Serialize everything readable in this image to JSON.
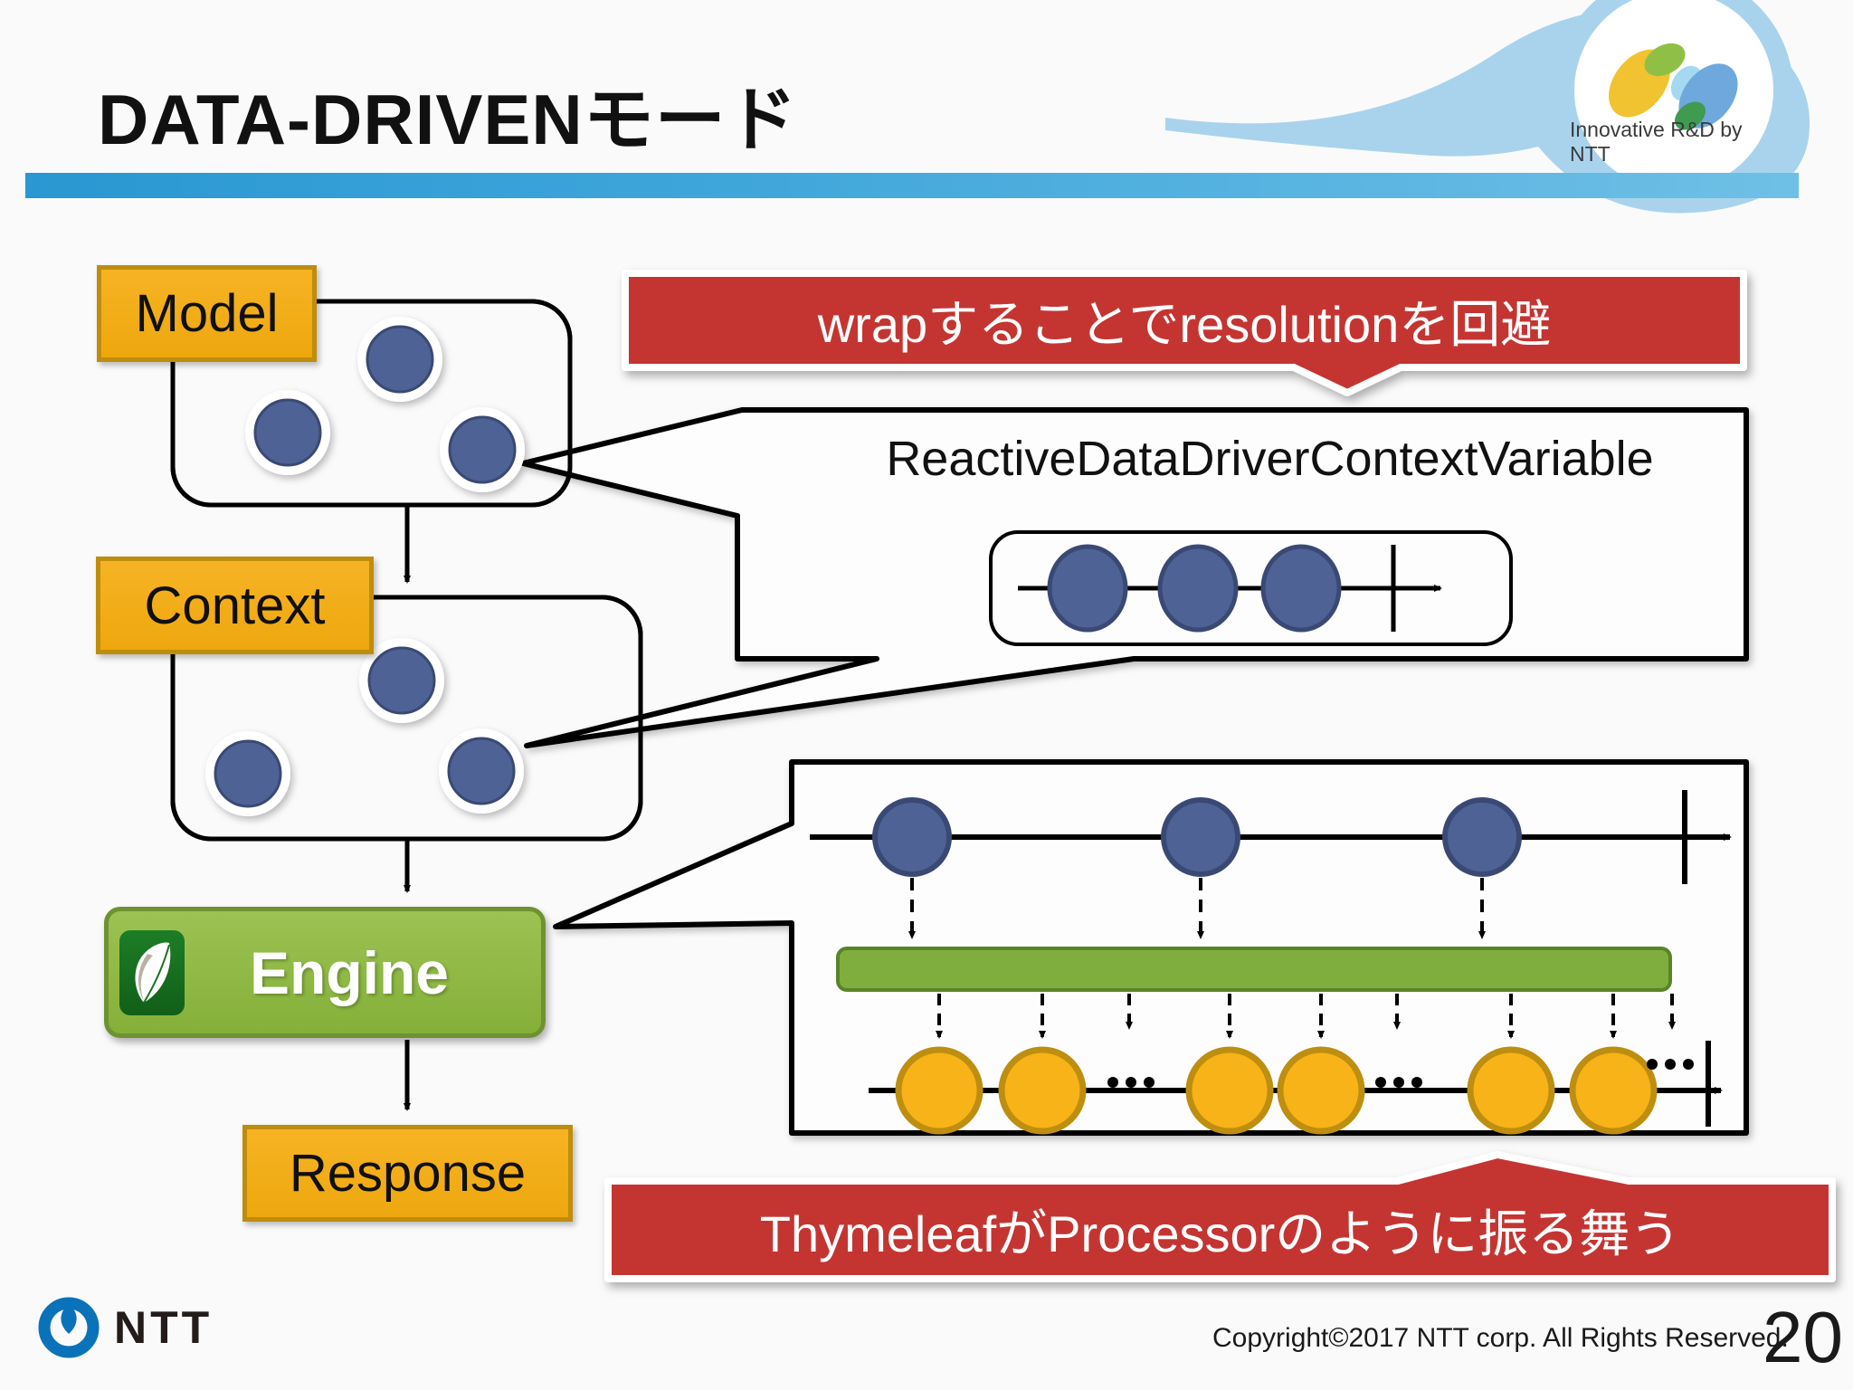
{
  "slide": {
    "title": "DATA-DRIVENモード",
    "page_number": "20",
    "copyright": "Copyright©2017  NTT corp. All Rights Reserved."
  },
  "header_logo": {
    "tagline": "Innovative R&D by NTT"
  },
  "footer_logo": {
    "company": "NTT"
  },
  "flow": {
    "model_label": "Model",
    "context_label": "Context",
    "engine_label": "Engine",
    "response_label": "Response"
  },
  "callouts": {
    "wrap_banner": "wrapすることでresolutionを回避",
    "variable_label": "ReactiveDataDriverContextVariable",
    "thymeleaf_banner": "ThymeleafがProcessorのように振る舞う"
  },
  "diagram": {
    "model_item_count": 3,
    "context_item_count": 3,
    "wrapped_stream_item_count": 3,
    "engine_input_stream_item_count": 3,
    "engine_output_pair_count": 3,
    "ellipsis": "..."
  },
  "colors": {
    "banner_red": "#c43631",
    "label_amber": "#f2ad18",
    "amber_border": "#bf8d0e",
    "engine_green": "#8cb944",
    "thymeleaf_dark_green": "#187220",
    "data_blue": "#4e6295",
    "data_blue_border": "#3a4974",
    "emit_orange": "#f7b318",
    "emit_orange_border": "#bd8e10",
    "process_bar_green": "#7fae3f",
    "title_bar_blue": "#3fa6da",
    "swoosh_blue": "#a9d3ed",
    "ntt_blue": "#0a72b9"
  }
}
